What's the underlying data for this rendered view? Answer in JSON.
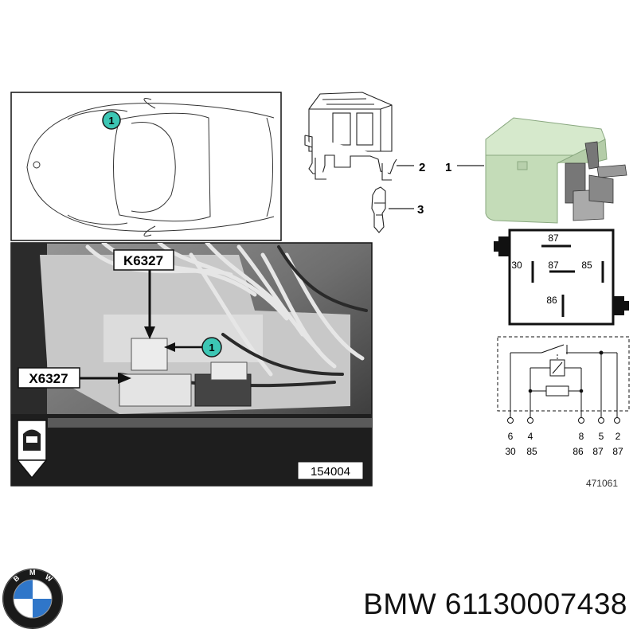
{
  "callouts": {
    "locator_marker": "1",
    "photo_marker": "1",
    "part_relay": "1",
    "part_socket": "2",
    "part_terminal": "3"
  },
  "photo": {
    "label_relay": "K6327",
    "label_connector": "X6327",
    "image_number": "154004"
  },
  "relay_pinout": {
    "pin_87_top": "87",
    "pin_30": "30",
    "pin_87_mid": "87",
    "pin_85": "85",
    "pin_86": "86"
  },
  "schematic": {
    "pins": [
      {
        "number": "6",
        "terminal": "30"
      },
      {
        "number": "4",
        "terminal": "85"
      },
      {
        "number": "8",
        "terminal": "86"
      },
      {
        "number": "5",
        "terminal": "87"
      },
      {
        "number": "2",
        "terminal": "87"
      }
    ],
    "drawing_number": "471061"
  },
  "footer": {
    "brand_text": "BMW 61130007438"
  },
  "logo": {
    "letters": "BMW",
    "colors": {
      "ring": "#1a1a1a",
      "blue": "#2f76c9",
      "white": "#ffffff"
    }
  },
  "colors": {
    "callout_green": "#3cc6b4",
    "relay_green": "#c4dcb8"
  }
}
